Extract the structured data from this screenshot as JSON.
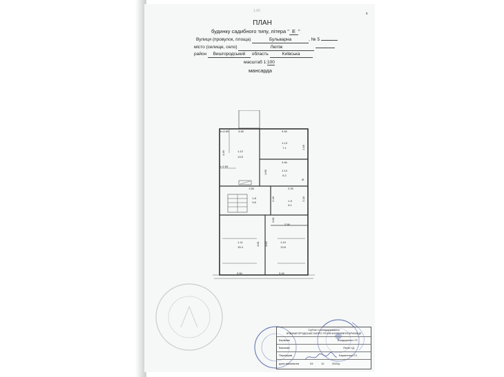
{
  "header": {
    "title": "ПЛАН",
    "subtitle_prefix": "будинку садибного типу, літера \"",
    "letter": "Е",
    "subtitle_suffix": "\"",
    "street_label": "Вулиця (провулок, площа)",
    "street_value": "Бульварна",
    "number_label": ", № 5",
    "city_label": "місто (селище, село)",
    "city_value": "Лютіж",
    "district_label": "район",
    "district_value": "Вишгородський",
    "oblast_label": "область",
    "oblast_value": "Київська",
    "scale_label": "масштаб 1:",
    "scale_value": "100",
    "floor": "мансарда"
  },
  "rooms": [
    {
      "id": "1-12",
      "area": "13.5"
    },
    {
      "id": "1-13",
      "area": "7.1"
    },
    {
      "id": "1-14",
      "area": "6.2"
    },
    {
      "id": "1-8",
      "area": "9.8"
    },
    {
      "id": "1-9",
      "area": "6.1"
    },
    {
      "id": "1-11",
      "area": "15.4"
    },
    {
      "id": "1-10",
      "area": "13.8"
    }
  ],
  "dimensions": {
    "h065": "h=0.65",
    "top_left": "3.48",
    "top_right": "3.46",
    "left_446": "4.46",
    "right_246": "2.46",
    "h265": "h=2.65",
    "mid_346": "3.46",
    "v189": "1.89",
    "v155": "1.55",
    "v239": "2.39",
    "v218a": "2.18",
    "v218b": "2.18",
    "v256": "2.56",
    "v081": "0.81",
    "v481": "4.81",
    "v482": "4.82",
    "bottom_left": "3.50",
    "bottom_right": "3.49",
    "diam": "Ø"
  },
  "stamp": {
    "org": "Суб'єкт господарювання",
    "org2": "КПВИШГОРОДСЬКЕ БЮРО ТЕХНІЧНОЇ ІНВЕНТАРИЗАЦІЇ",
    "r1_label": "Керівник",
    "r1_value": "Бондаренко І.П.",
    "r2_label": "Виконав",
    "r2_value": "Лесю І.Д.",
    "r3_label": "Перевірив",
    "r3_value": "Бараненко Л.І.",
    "date_label": "дата виконання",
    "date_day": "03",
    "date_month": "12",
    "date_year": "2021р."
  },
  "corner_mark": "s",
  "top_mark": "1.00"
}
